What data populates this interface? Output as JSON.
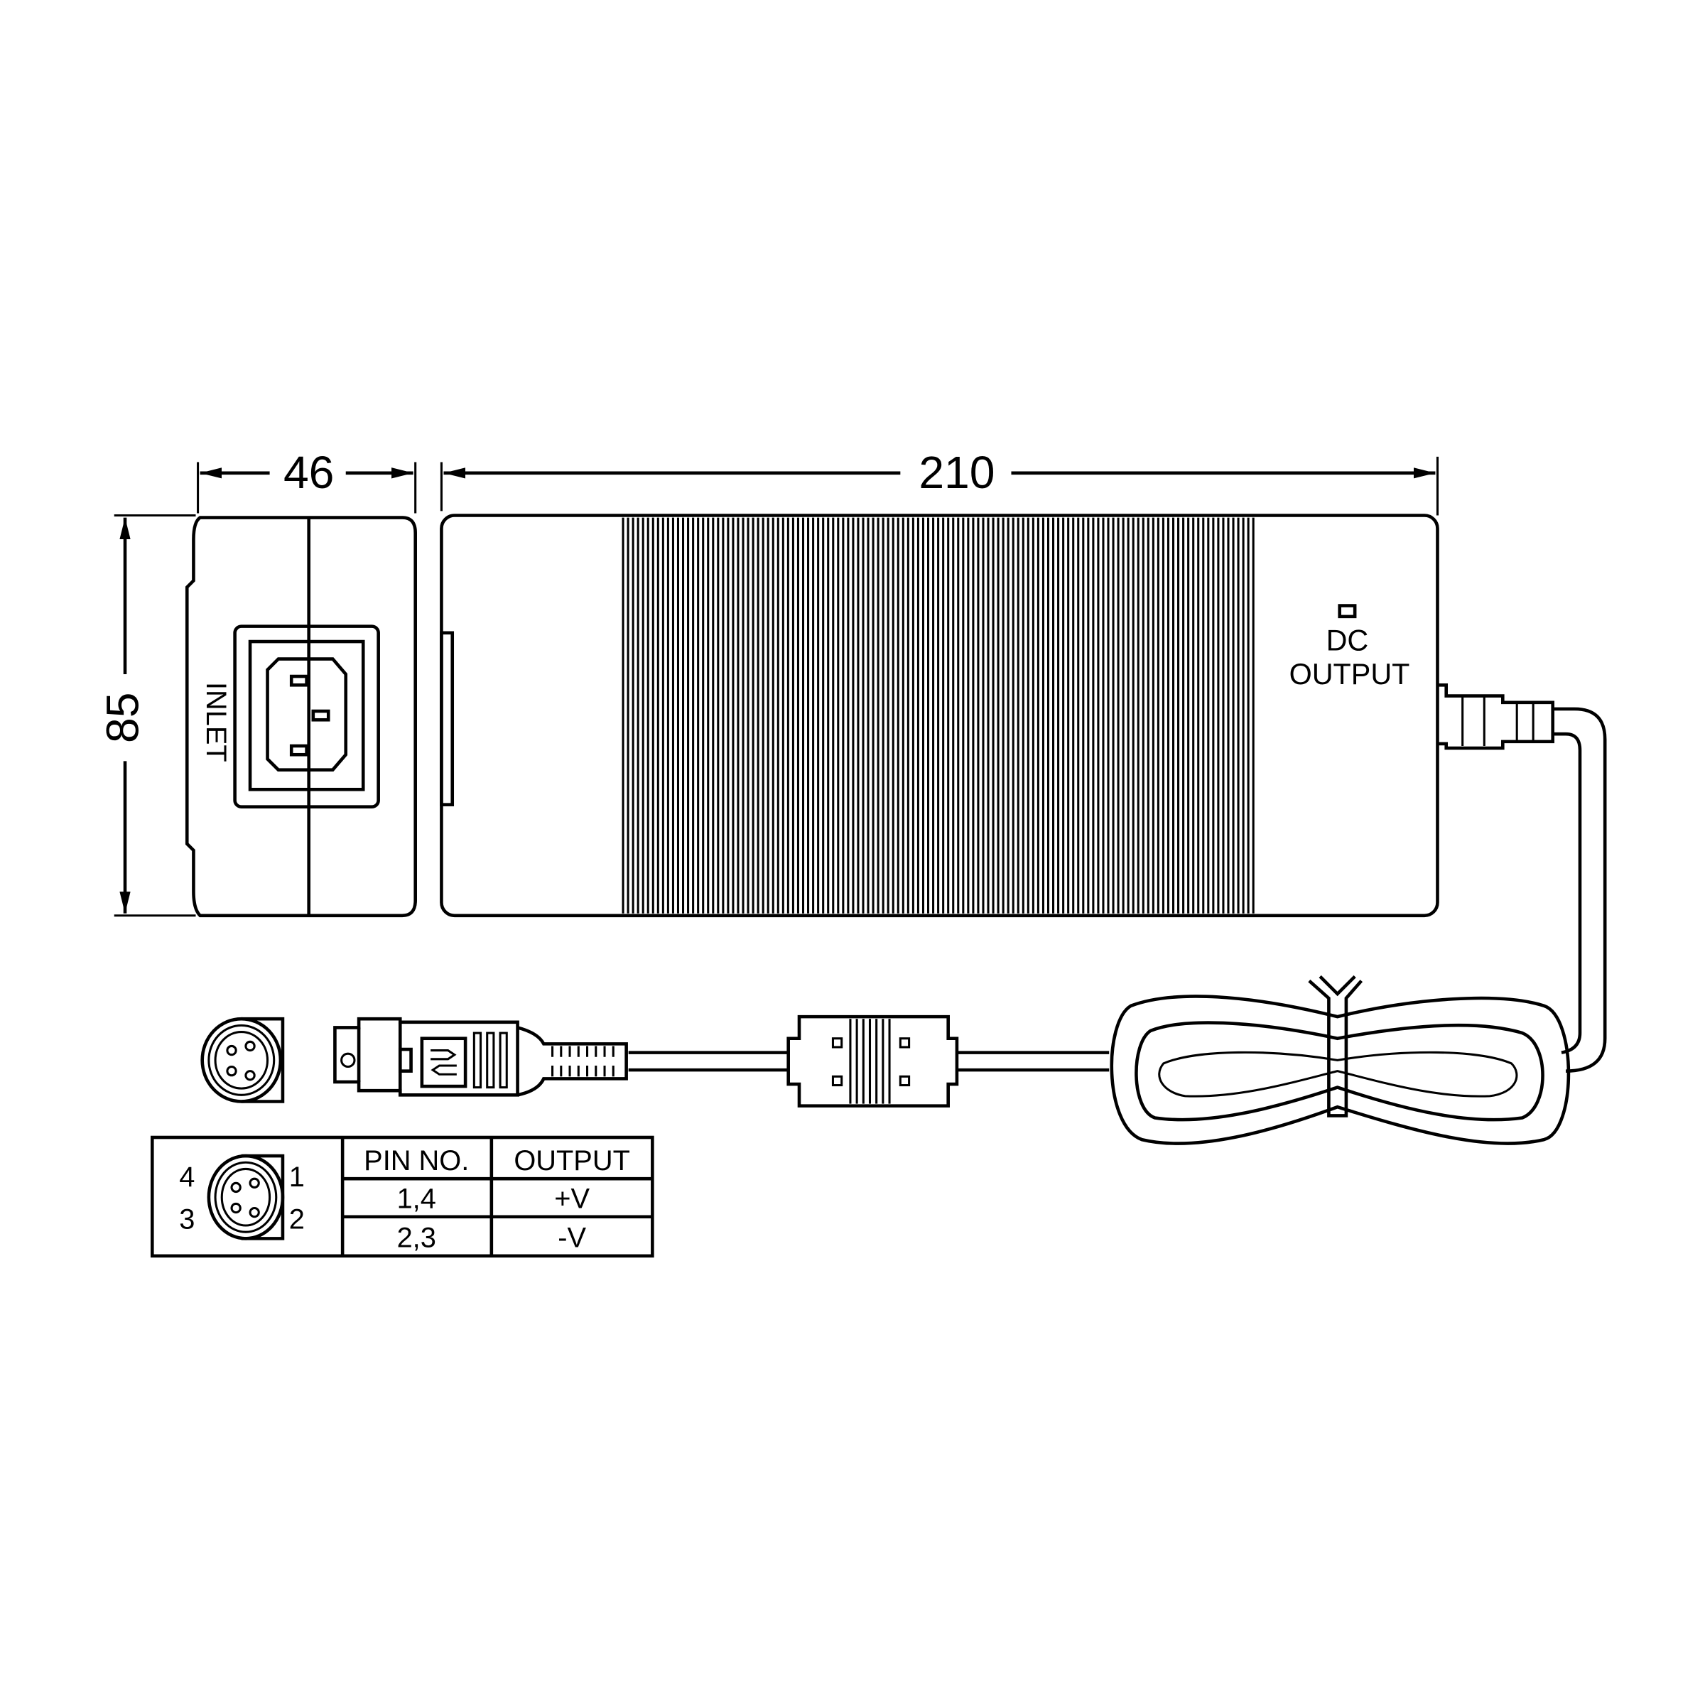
{
  "dimensions": {
    "width_side": "46",
    "length": "210",
    "height": "85"
  },
  "labels": {
    "inlet": "INLET",
    "dc": "DC",
    "output": "OUTPUT"
  },
  "pin_table": {
    "pin_numbers_left": [
      "4",
      "3"
    ],
    "pin_numbers_right": [
      "1",
      "2"
    ],
    "headers": [
      "PIN NO.",
      "OUTPUT"
    ],
    "rows": [
      [
        "1,4",
        "+V"
      ],
      [
        "2,3",
        "-V"
      ]
    ]
  },
  "colors": {
    "line": "#000000",
    "background": "#ffffff"
  }
}
